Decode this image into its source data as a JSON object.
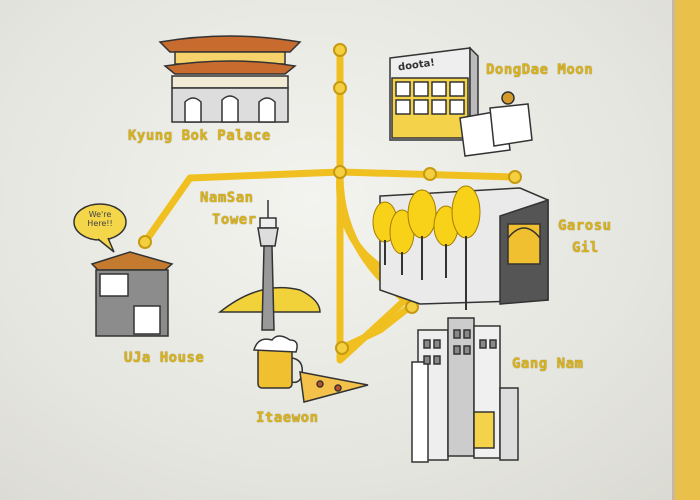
{
  "labels": {
    "kyung_bok": "Kyung Bok Palace",
    "dongdaemoon": "DongDae Moon",
    "namsan_line1": "NamSan",
    "namsan_line2": "Tower",
    "garosu_line1": "Garosu",
    "garosu_line2": "Gil",
    "uja": "UJa House",
    "itaewon": "Itaewon",
    "gangnam": "Gang Nam"
  },
  "bubble": {
    "line1": "We're",
    "line2": "Here!!"
  },
  "store_sign": "doota!",
  "colors": {
    "route": "#f0c020",
    "label": "#d9b21a",
    "wall": "#ecece7",
    "ink": "#333333"
  }
}
